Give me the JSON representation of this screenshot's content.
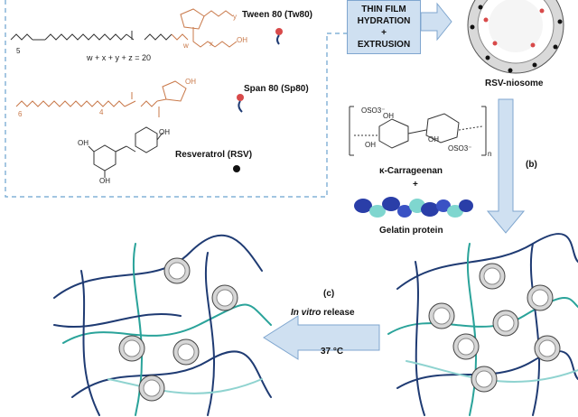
{
  "surfactants": {
    "tween": {
      "label": "Tween 80 (Tw80)",
      "equation": "w + x + y + z = 20",
      "subscripts": [
        "5",
        "w",
        "x",
        "y"
      ],
      "oh": "OH"
    },
    "span": {
      "label": "Span 80 (Sp80)",
      "subscripts": [
        "6",
        "4"
      ],
      "oh": "OH"
    },
    "resveratrol": {
      "label": "Resveratrol (RSV)",
      "oh": "OH"
    }
  },
  "process": {
    "lines": [
      "THIN FILM",
      "HYDRATION",
      "+",
      "EXTRUSION"
    ]
  },
  "niosome": {
    "label": "RSV-niosome"
  },
  "carrageenan": {
    "label": "κ-Carrageenan",
    "so3": "OSO3⁻",
    "oh": "OH",
    "n": "n"
  },
  "plus": "+",
  "gelatin": {
    "label": "Gelatin protein"
  },
  "step_b": "(b)",
  "step_c": "(c)",
  "release": {
    "label_italic": "In vitro",
    "label_rest": " release",
    "temperature": "37 °C"
  },
  "colors": {
    "arrow_fill": "#cfe0f1",
    "arrow_stroke": "#7fa6cf",
    "fiber_dark": "#1f3b73",
    "fiber_teal": "#2aa39a",
    "fiber_light": "#8fd3d0",
    "surfactant_orange": "#c9794a",
    "niosome_dot": "#d84a4a",
    "drug_dot": "#111111"
  }
}
